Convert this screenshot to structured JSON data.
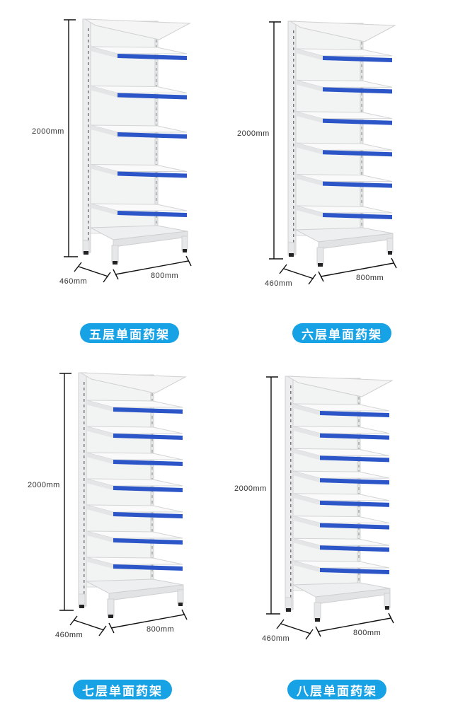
{
  "products": [
    {
      "label": "五层单面药架",
      "shelf_count": 5,
      "height": "2000mm",
      "depth": "460mm",
      "width": "800mm"
    },
    {
      "label": "六层单面药架",
      "shelf_count": 6,
      "height": "2000mm",
      "depth": "460mm",
      "width": "800mm"
    },
    {
      "label": "七层单面药架",
      "shelf_count": 7,
      "height": "2000mm",
      "depth": "460mm",
      "width": "800mm"
    },
    {
      "label": "八层单面药架",
      "shelf_count": 8,
      "height": "2000mm",
      "depth": "460mm",
      "width": "800mm"
    }
  ],
  "colors": {
    "accent": "#17a2e6",
    "shelf_edge": "#2c55c8",
    "frame": "#ecedee"
  }
}
